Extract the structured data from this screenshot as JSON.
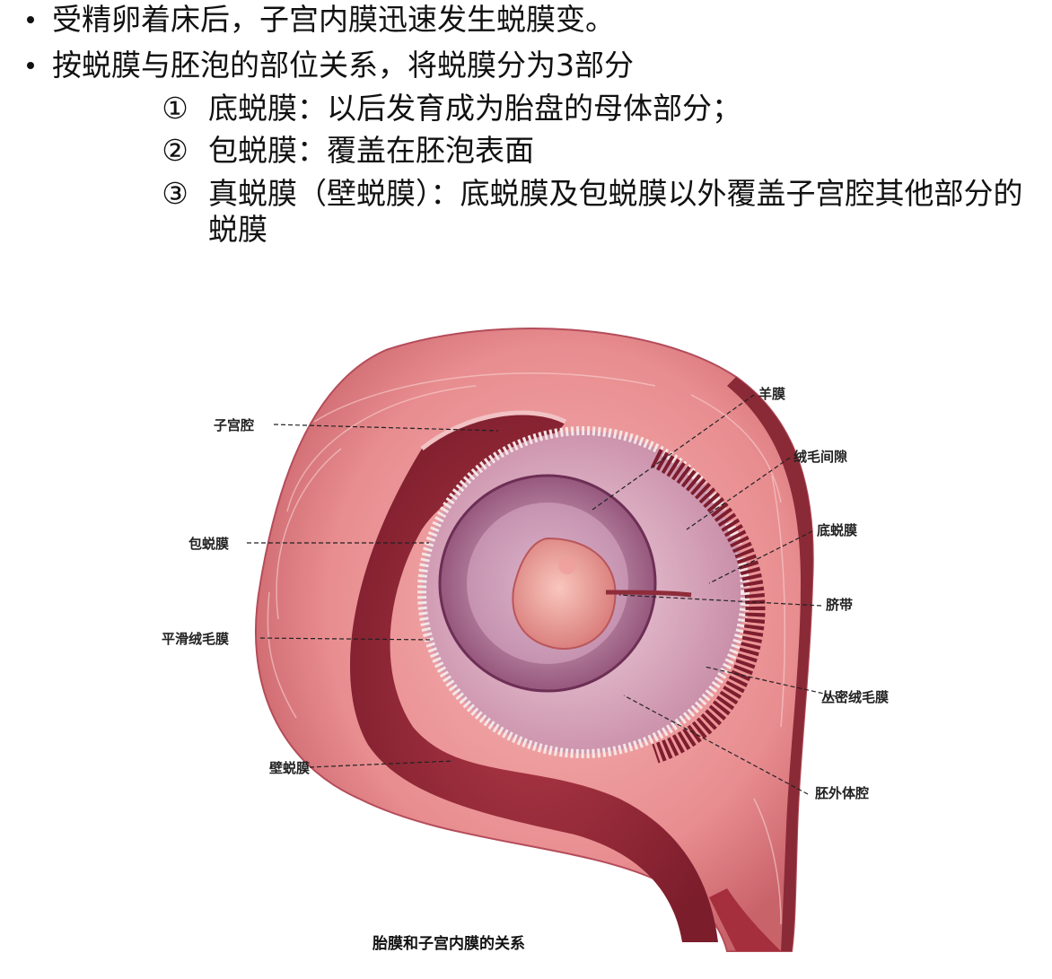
{
  "bullets": [
    "受精卵着床后，子宫内膜迅速发生蜕膜变。",
    "按蜕膜与胚泡的部位关系，将蜕膜分为3部分"
  ],
  "sub_items": [
    {
      "num": "①",
      "text": "底蜕膜：以后发育成为胎盘的母体部分；"
    },
    {
      "num": "②",
      "text": "包蜕膜：覆盖在胚泡表面"
    },
    {
      "num": "③",
      "text": "真蜕膜（壁蜕膜）：底蜕膜及包蜕膜以外覆盖子宫腔其他部分的蜕膜"
    }
  ],
  "figure": {
    "caption": "胎膜和子宫内膜的关系",
    "labels_left": [
      "子宫腔",
      "包蜕膜",
      "平滑绒毛膜",
      "壁蜕膜"
    ],
    "labels_right": [
      "羊膜",
      "绒毛间隙",
      "底蜕膜",
      "脐带",
      "丛密绒毛膜",
      "胚外体腔"
    ]
  }
}
